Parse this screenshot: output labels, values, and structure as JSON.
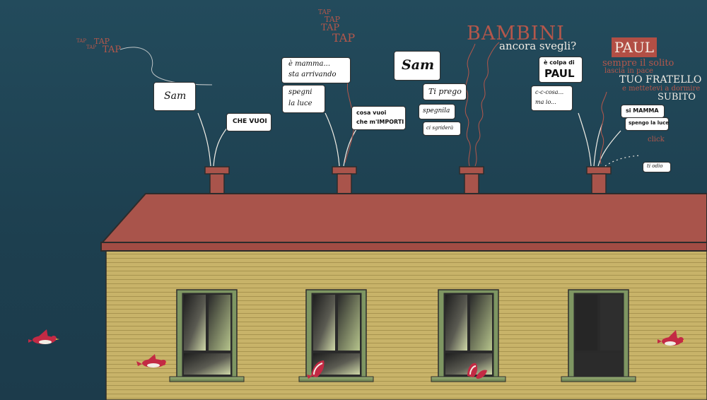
{
  "sounds": {
    "tap_small_1": "TAP",
    "tap_small_2": "TAP",
    "tap_small_3": "TAP",
    "tap_small_4": "TAP",
    "tap_big_1": "TAP",
    "tap_big_2": "TAP",
    "tap_big_3": "TAP",
    "tap_big_4": "TAP",
    "click": "click"
  },
  "chimney1": {
    "bubble_sam": "Sam",
    "bubble_reply": "CHE VUOI"
  },
  "chimney2": {
    "line1": "è mamma...",
    "line2": "sta arrivando",
    "spegni1": "spegni",
    "spegni2": "la luce",
    "reply1": "cosa vuoi",
    "reply2": "che m'IMPORTI"
  },
  "chimney3": {
    "sam": "Sam",
    "prego": "Ti prego",
    "spegnila": "spegnila",
    "sgridera": "ci sgriderà",
    "bambini": "BAMBINI",
    "svegli": "ancora svegli?"
  },
  "chimney4": {
    "colpa1": "è colpa di",
    "colpa2": "PAUL",
    "stutter1": "c-c-cosa...",
    "stutter2": "ma io...",
    "paul": "PAUL",
    "sempre": "sempre il solito",
    "lascia": "lascia in pace",
    "fratello": "TUO FRATELLO",
    "mettetevi": "e mettetevi a dormire",
    "subito": "SUBITO",
    "si_mamma": "si MAMMA",
    "spengo": "spengo la luce",
    "odio": "ti odio"
  },
  "colors": {
    "sky": "#234b5c",
    "roof": "#a9544b",
    "wall": "#c7b267",
    "window_frame": "#7e9662",
    "bird": "#c32a44"
  }
}
